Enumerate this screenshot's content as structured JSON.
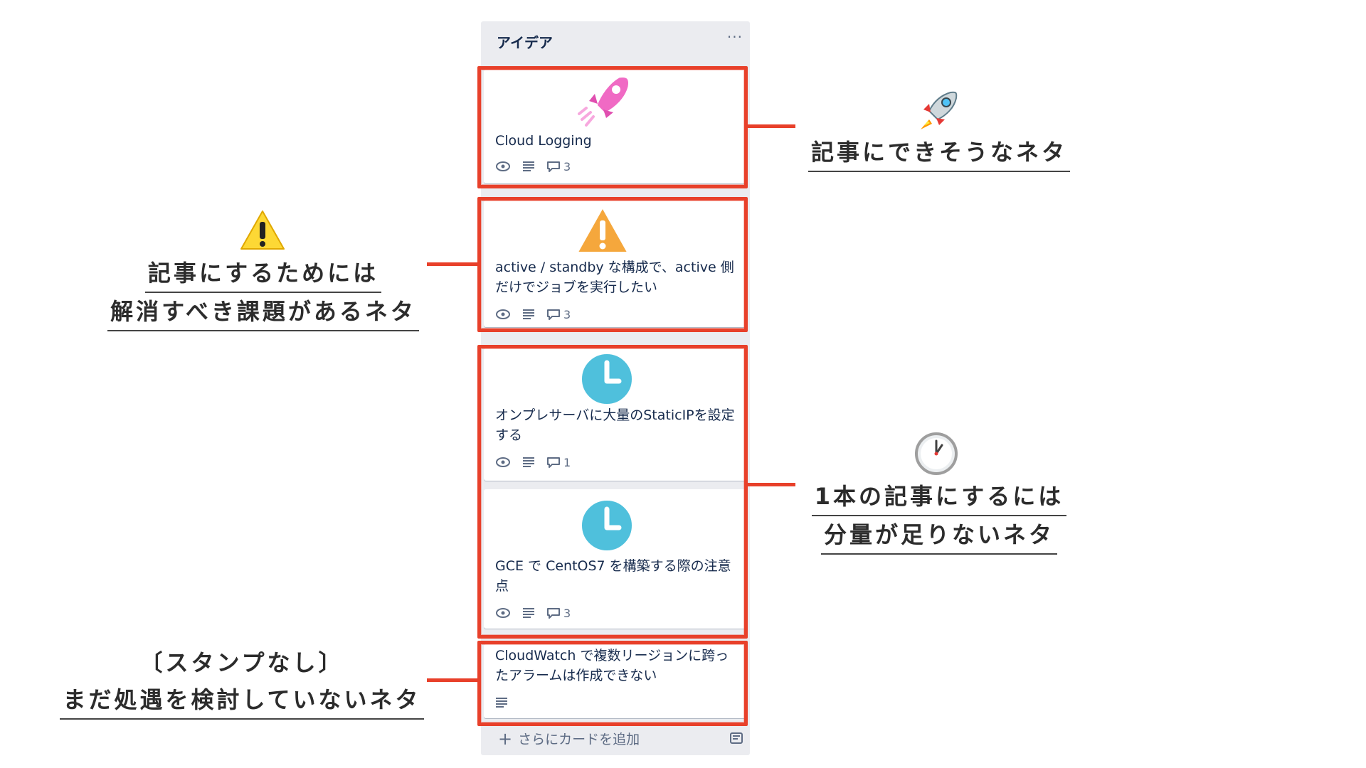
{
  "list": {
    "title": "アイデア",
    "menu": "···",
    "add_card_label": "さらにカードを追加",
    "cards": [
      {
        "title": "Cloud Logging",
        "comments": "3",
        "sticker": "rocket-sticker"
      },
      {
        "title": "active / standby な構成で、active 側だけでジョブを実行したい",
        "comments": "3",
        "sticker": "warning-sticker"
      },
      {
        "title": "オンプレサーバに大量のStaticIPを設定する",
        "comments": "1",
        "sticker": "clock-sticker"
      },
      {
        "title": "GCE で CentOS7 を構築する際の注意点",
        "comments": "3",
        "sticker": "clock-sticker"
      },
      {
        "title": "CloudWatch で複数リージョンに跨ったアラームは作成できない",
        "comments": "",
        "sticker": "none"
      }
    ]
  },
  "annotations": {
    "rocket": {
      "icon": "rocket-icon",
      "lines": [
        "記事にできそうなネタ"
      ]
    },
    "warning": {
      "icon": "warning-icon",
      "lines": [
        "記事にするためには",
        "解消すべき課題があるネタ"
      ]
    },
    "clock": {
      "icon": "clock-icon",
      "lines": [
        "1本の記事にするには",
        "分量が足りないネタ"
      ]
    },
    "none": {
      "lines": [
        "〔スタンプなし〕",
        "まだ処遇を検討していないネタ"
      ]
    }
  },
  "colors": {
    "frame": "#e8402a",
    "list_bg": "#ebecf0",
    "card_text": "#172b4d",
    "badge": "#5e6c84"
  }
}
